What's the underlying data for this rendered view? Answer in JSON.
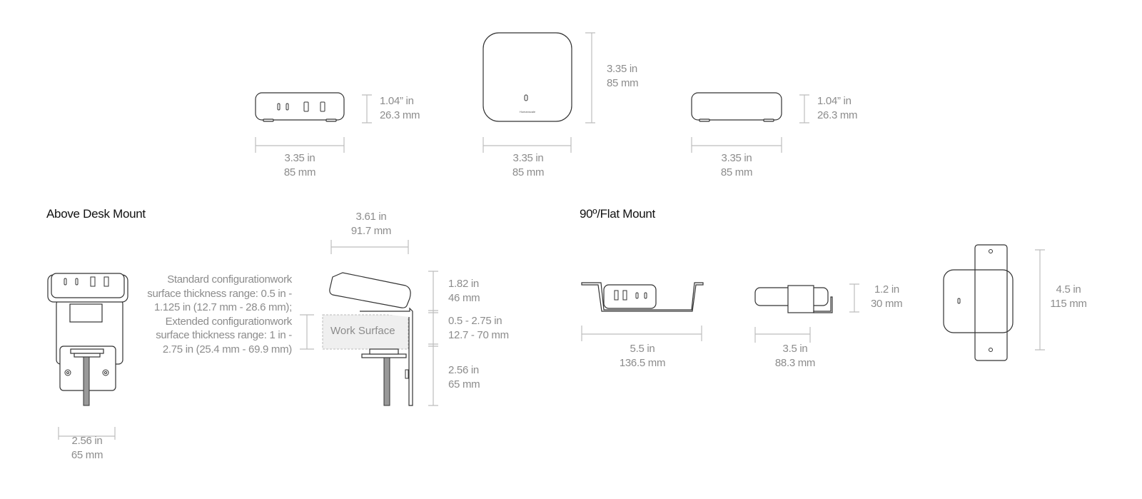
{
  "top_views": [
    {
      "height": [
        "1.04” in",
        "26.3 mm"
      ],
      "width": [
        "3.35 in",
        "85 mm"
      ]
    },
    {
      "height": [
        "3.35 in",
        "85 mm"
      ],
      "width": [
        "3.35 in",
        "85 mm"
      ],
      "brand": "Humanscale"
    },
    {
      "height": [
        "1.04” in",
        "26.3 mm"
      ],
      "width": [
        "3.35 in",
        "85 mm"
      ]
    }
  ],
  "above_desk": {
    "title": "Above Desk Mount",
    "front_width": [
      "2.56 in",
      "65 mm"
    ],
    "side_width": [
      "3.61 in",
      "91.7 mm"
    ],
    "thickness_note": "Standard configurationwork surface thickness range: 0.5 in - 1.125 in (12.7 mm - 28.6 mm); Extended configurationwork surface thickness range: 1 in - 2.75 in (25.4 mm - 69.9 mm)",
    "work_surface_label": "Work Surface",
    "upper_height": [
      "1.82 in",
      "46 mm"
    ],
    "surface_range": [
      "0.5 - 2.75 in",
      "12.7 - 70 mm"
    ],
    "lower_height": [
      "2.56 in",
      "65 mm"
    ]
  },
  "flat_mount": {
    "title": "90º/Flat Mount",
    "front_width": [
      "5.5 in",
      "136.5 mm"
    ],
    "side_width": [
      "3.5 in",
      "88.3 mm"
    ],
    "side_height": [
      "1.2 in",
      "30 mm"
    ],
    "top_height": [
      "4.5 in",
      "115 mm"
    ]
  }
}
